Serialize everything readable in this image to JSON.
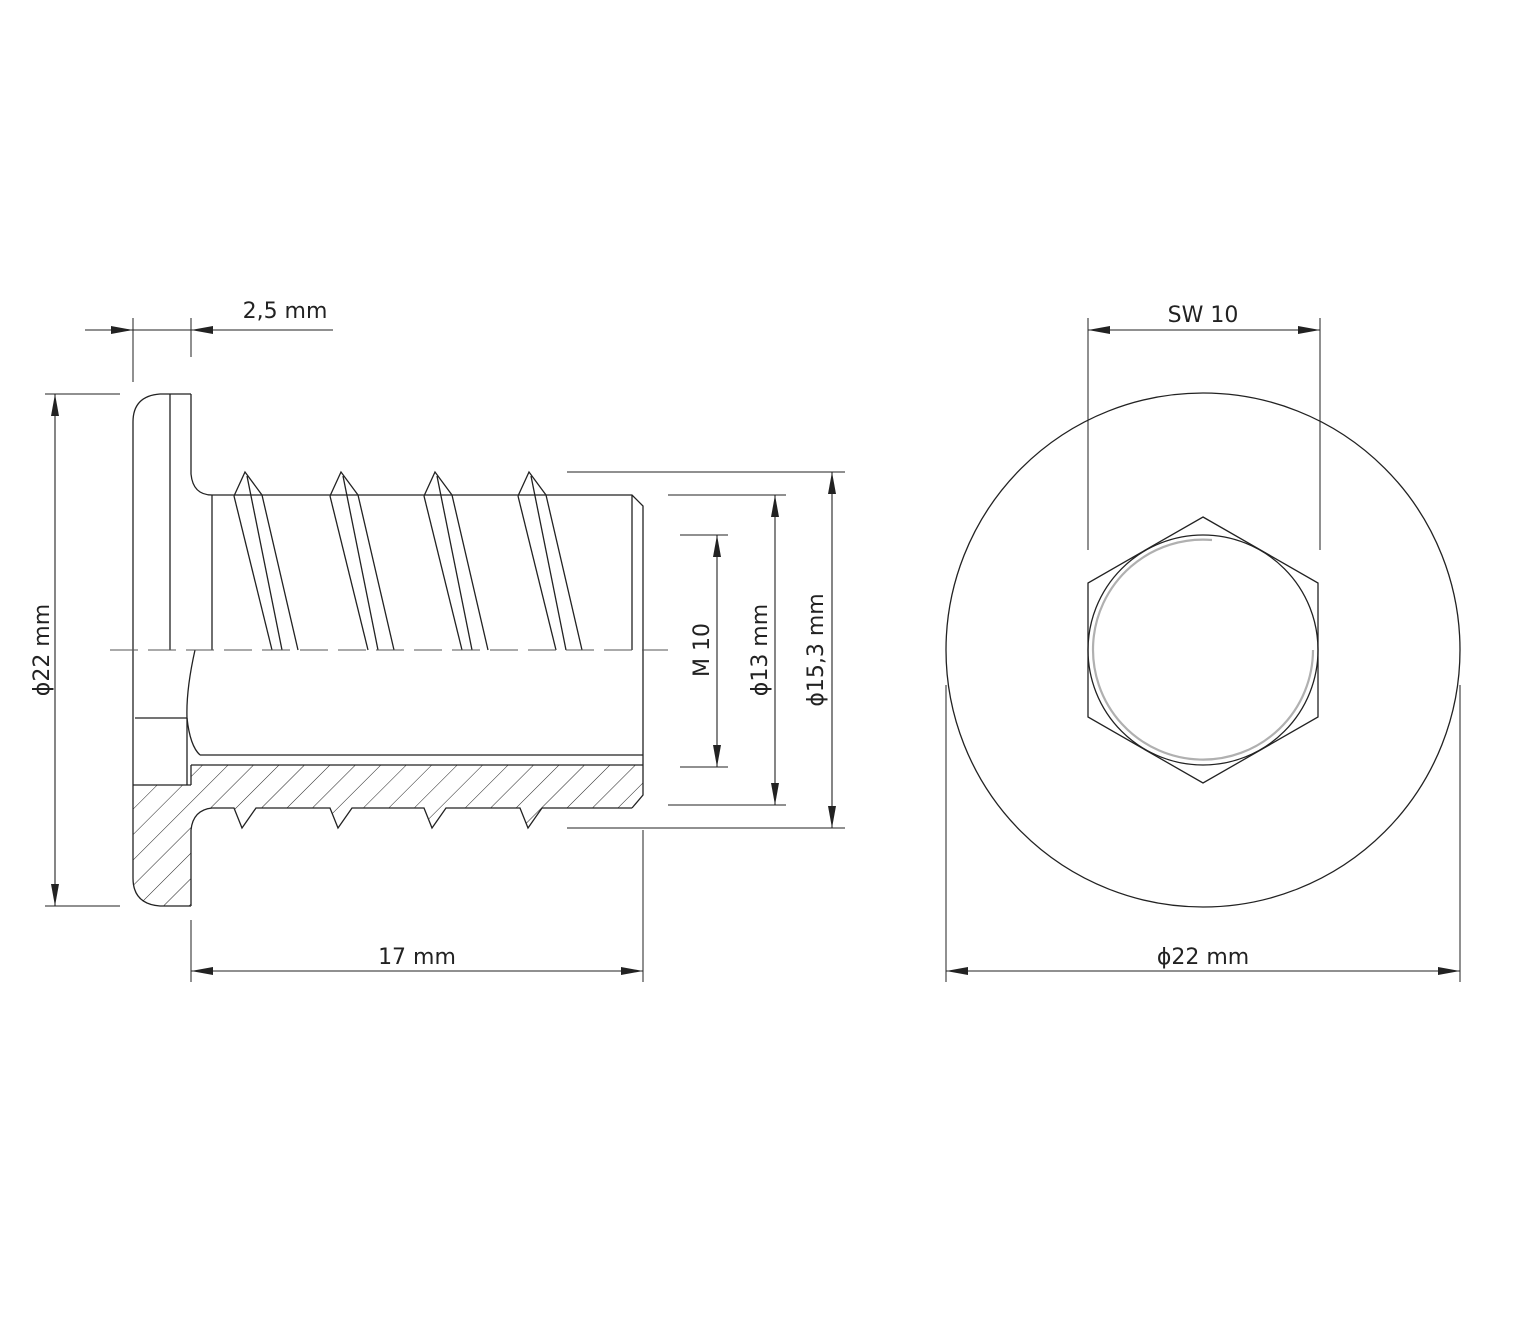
{
  "side_view": {
    "flange_thickness_label": "2,5 mm",
    "flange_diameter_label": "ϕ22 mm",
    "thread_label": "M 10",
    "body_diameter_label": "ϕ13 mm",
    "thread_outer_diameter_label": "ϕ15,3 mm",
    "length_label": "17 mm"
  },
  "front_view": {
    "hex_size_label": "SW 10",
    "diameter_label": "ϕ22 mm"
  },
  "colors": {
    "line": "#222222",
    "highlight_arc": "#b0b0b0",
    "background": "#ffffff"
  }
}
